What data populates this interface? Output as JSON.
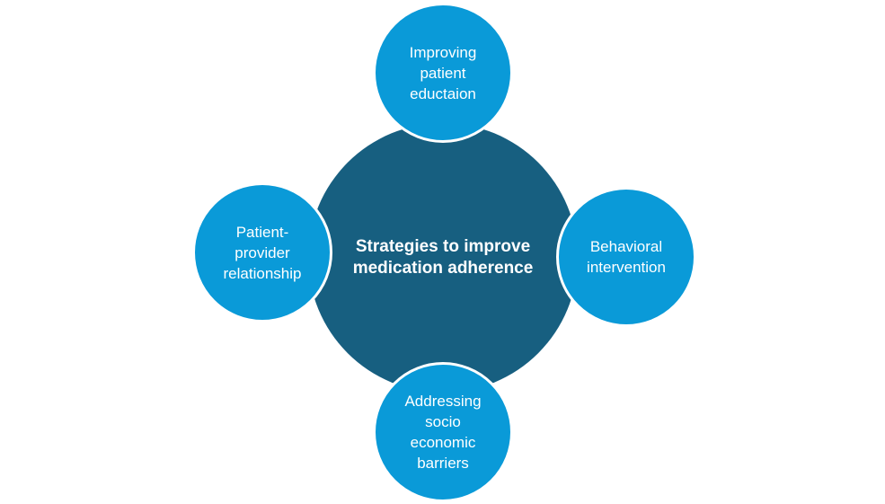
{
  "diagram": {
    "center": {
      "label": "Strategies to improve medication adherence",
      "color": "#175f80"
    },
    "node_color": "#0a9ad8",
    "nodes": {
      "top": "Improving\npatient\neductaion",
      "right": "Behavioral\nintervention",
      "bottom": "Addressing\nsocio\neconomic\nbarriers",
      "left": "Patient-\nprovider\nrelationship"
    }
  }
}
